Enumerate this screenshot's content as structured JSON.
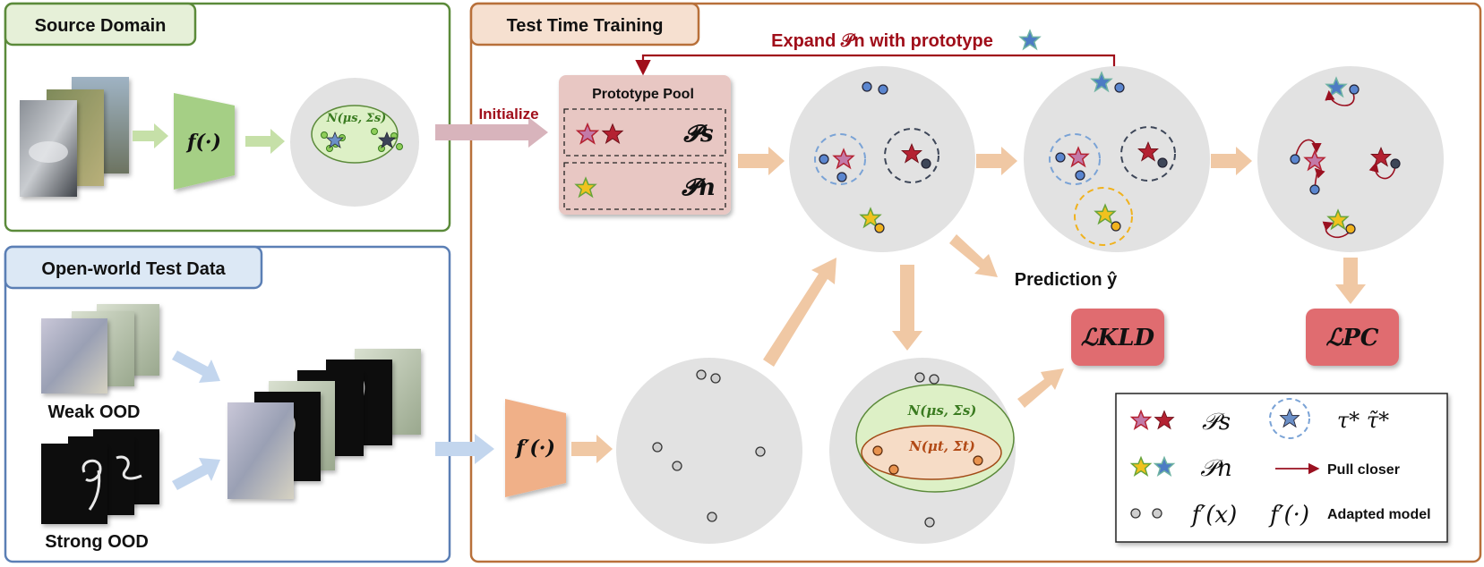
{
  "panels": {
    "source": {
      "title": "Source Domain",
      "feature_extractor": "f(·)",
      "gaussian": "N(μs, Σs)"
    },
    "openworld": {
      "title": "Open-world Test Data",
      "weak": "Weak OOD",
      "strong": "Strong OOD"
    },
    "ttt": {
      "title": "Test Time Training"
    }
  },
  "flow": {
    "initialize": "Initialize",
    "expand": "Expand 𝒫n with prototype",
    "prediction": "Prediction ŷ",
    "adapted_extractor": "f′(·)"
  },
  "pool": {
    "title": "Prototype Pool",
    "ps": "𝓟s",
    "pn": "𝓟n"
  },
  "gaussians": {
    "source": "N(μs, Σs)",
    "target": "N(μt, Σt)"
  },
  "losses": {
    "kld": "ℒKLD",
    "pc": "ℒPC"
  },
  "legend": {
    "ps": "𝒫s",
    "pn": "𝒫n",
    "tau": "τ*  τ̃*",
    "pull": "Pull closer",
    "fx": "f′(x)",
    "fdot": "f′(·)",
    "adapted": "Adapted model"
  },
  "colors": {
    "source_border": "#5b8a3a",
    "source_title_bg": "#e6f0d8",
    "openworld_border": "#5b7fb5",
    "openworld_title_bg": "#dce8f5",
    "ttt_border": "#b8703a",
    "ttt_title_bg": "#f6e0d0",
    "expand_arrow": "#a00e1a",
    "loss_box": "#e06c6f",
    "pool_bg": "#e8c7c3",
    "arrow_peach": "#f0c8a4",
    "arrow_blue": "#c3d6ee",
    "arrow_green": "#c6e0a8",
    "arrow_pink": "#d8b4bc"
  }
}
